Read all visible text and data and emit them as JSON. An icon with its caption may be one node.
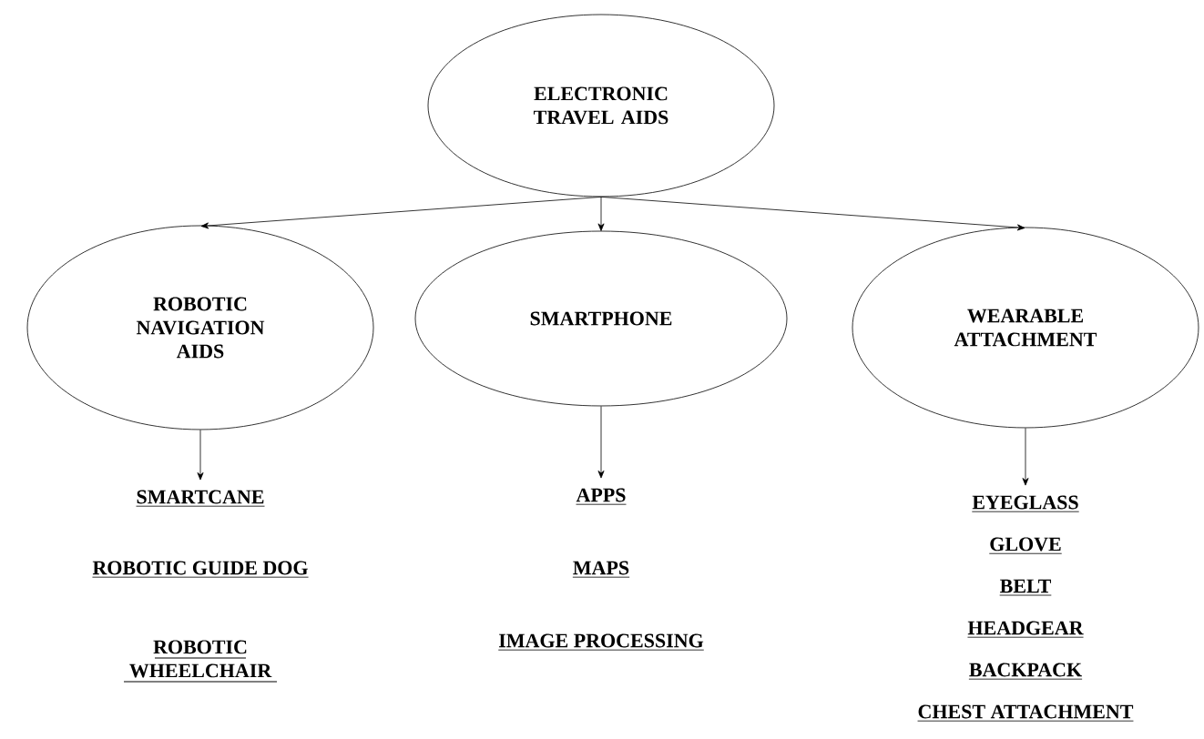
{
  "diagram": {
    "nodes": [
      {
        "text": [
          "ELECTRONIC TRAVEL AIDS"
        ]
      },
      {
        "text": [
          "ROBOTIC NAVIGATION AIDS"
        ]
      },
      {
        "text": [
          "SMARTPHONE"
        ]
      },
      {
        "text": [
          "WEARABLE ATTACHMENT"
        ]
      },
      {
        "text": [
          "SMARTCANE"
        ]
      },
      {
        "text": [
          "APPS"
        ]
      },
      {
        "text": [
          "EYEGLASS"
        ]
      }
    ],
    "edges": [
      {
        "from": 0,
        "to": 1,
        "arrow": "to"
      },
      {
        "from": 0,
        "to": 2,
        "arrow": "to"
      },
      {
        "from": 0,
        "to": 3,
        "arrow": "to"
      },
      {
        "from": 1,
        "to": 4,
        "arrow": "to"
      },
      {
        "from": 2,
        "to": 5,
        "arrow": "to"
      },
      {
        "from": 3,
        "to": 6,
        "arrow": "to"
      }
    ],
    "labels": [
      "ROBOTIC GUIDE DOG",
      "ROBOTIC WHEELCHAIR",
      "MAPS",
      "IMAGE PROCESSING",
      "GLOVE",
      "BELT",
      "HEADGEAR",
      "BACKPACK",
      "CHEST ATTACHMENT"
    ]
  }
}
